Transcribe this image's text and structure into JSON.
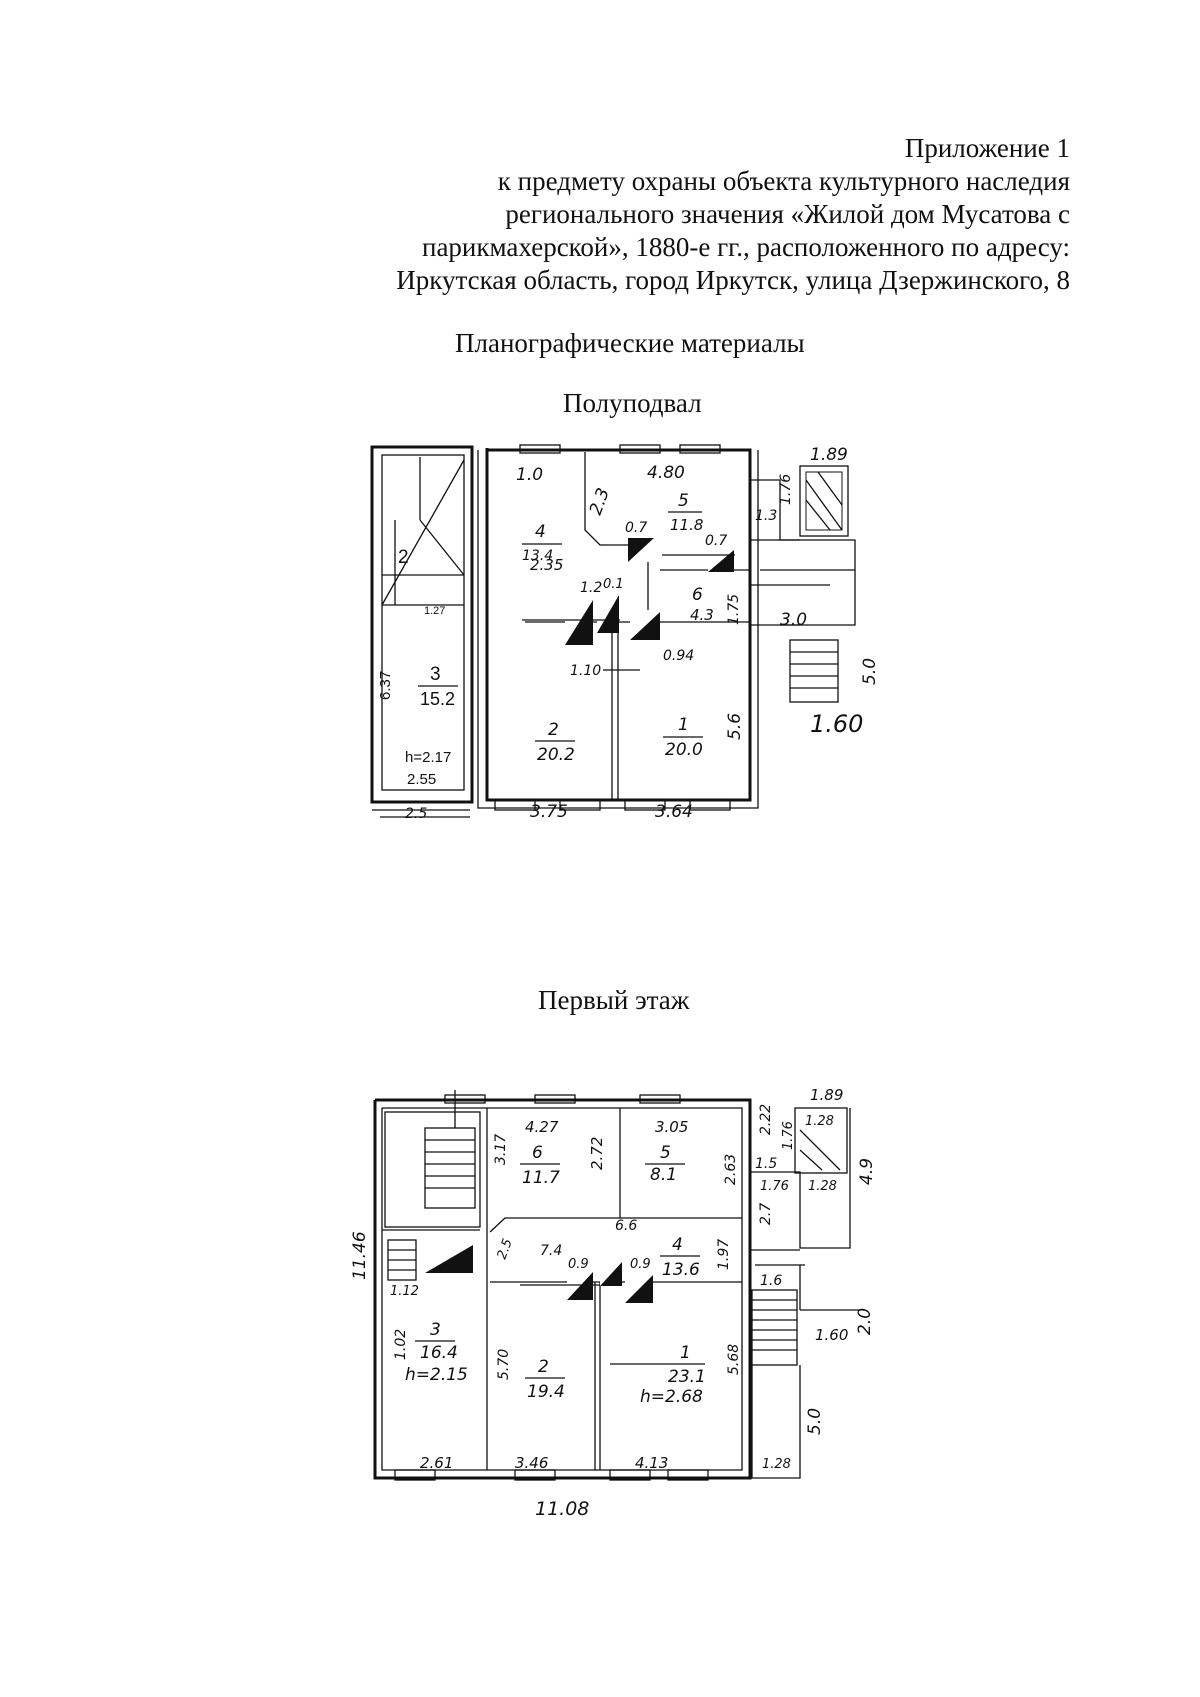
{
  "header": {
    "lines": [
      "Приложение 1",
      "к предмету охраны объекта культурного наследия",
      "регионального значения «Жилой дом Мусатова с",
      "парикмахерской», 1880-е гг., расположенного по адресу:",
      "Иркутская область, город Иркутск, улица Дзержинского, 8"
    ]
  },
  "section_title": "Планографические материалы",
  "plans": {
    "basement": {
      "title": "Полуподвал",
      "labels": {
        "stair_num": "2",
        "l127": "1.27",
        "l637": "6.37",
        "room3_num": "3",
        "room3_area": "15.2",
        "room3_h": "h=2.17",
        "l255": "2.55",
        "l10": "1.0",
        "l480": "4.80",
        "l23": "2.3",
        "room4_num": "4",
        "room4_area": "13.4",
        "l235": "2.35",
        "room5_num": "5",
        "room5_area": "11.8",
        "l07a": "0.7",
        "l07b": "0.7",
        "l12": "1.2",
        "l01": "0.1",
        "l110": "1.10",
        "l094": "0.94",
        "room6_num": "6",
        "room6_area": "4.3",
        "l175": "1.75",
        "l189": "1.89",
        "l176": "1.76",
        "l13": "1.3",
        "l30": "3.0",
        "l50": "5.0",
        "l160": "1.60",
        "room2_num": "2",
        "room2_area": "20.2",
        "room1_num": "1",
        "room1_area": "20.0",
        "l56": "5.6",
        "l25": "2.5",
        "l375": "3.75",
        "l364": "3.64"
      }
    },
    "first_floor": {
      "title": "Первый этаж",
      "labels": {
        "l1146": "11.46",
        "l427": "4.27",
        "l317": "3.17",
        "room6_num": "6",
        "room6_area": "11.7",
        "l272": "2.72",
        "l305": "3.05",
        "room5_num": "5",
        "room5_area": "8.1",
        "l263": "2.63",
        "l222": "2.22",
        "l189": "1.89",
        "l176": "1.76",
        "l128a": "1.28",
        "l15": "1.5",
        "l176b": "1.76",
        "l128b": "1.28",
        "l49": "4.9",
        "l66": "6.6",
        "l25": "2.5",
        "l74": "7.4",
        "room4_num": "4",
        "room4_area": "13.6",
        "l197": "1.97",
        "l27": "2.7",
        "l16": "1.6",
        "l09a": "0.9",
        "l09b": "0.9",
        "l112": "1.12",
        "room3_num": "3",
        "room3_area": "16.4",
        "room3_h": "h=2.15",
        "l102": "1.02",
        "l570": "5.70",
        "room2_num": "2",
        "room2_area": "19.4",
        "room1_num": "1",
        "room1_area": "23.1",
        "room1_h": "h=2.68",
        "l568": "5.68",
        "l20": "2.0",
        "l160": "1.60",
        "l50": "5.0",
        "l261": "2.61",
        "l346": "3.46",
        "l413": "4.13",
        "l128c": "1.28",
        "l1108": "11.08"
      }
    }
  }
}
